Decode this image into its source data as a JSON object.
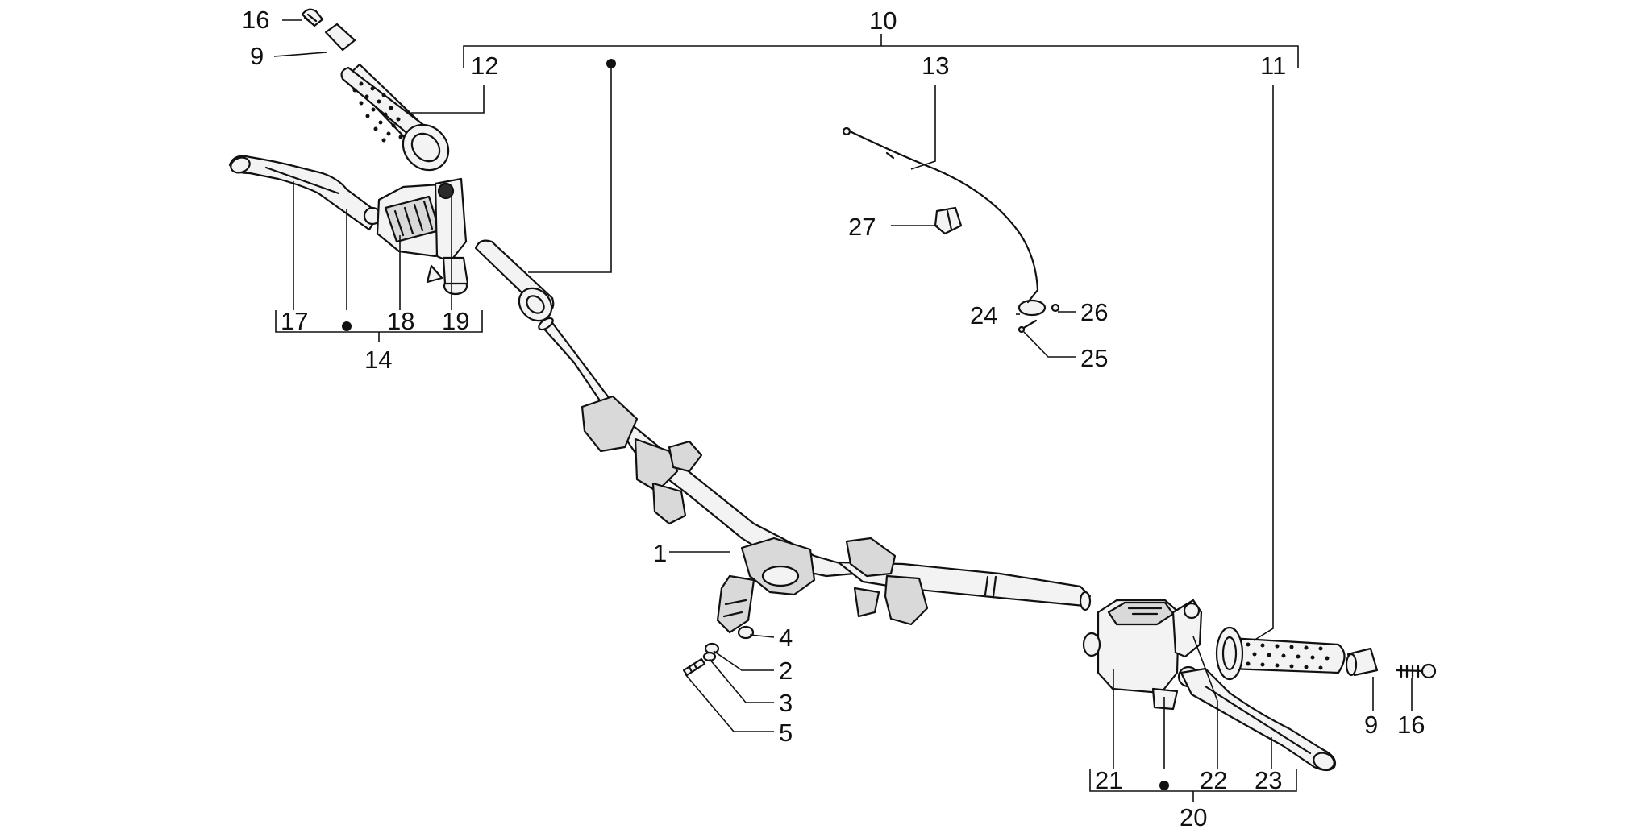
{
  "callouts": {
    "c1": "1",
    "c2": "2",
    "c3": "3",
    "c4": "4",
    "c5": "5",
    "c9a": "9",
    "c9b": "9",
    "c10": "10",
    "c11": "11",
    "c12": "12",
    "c13": "13",
    "c14": "14",
    "c16a": "16",
    "c16b": "16",
    "c17": "17",
    "c18": "18",
    "c19": "19",
    "c20": "20",
    "c21": "21",
    "c22": "22",
    "c23": "23",
    "c24": "24",
    "c25": "25",
    "c26": "26",
    "c27": "27"
  },
  "colors": {
    "line": "#111111",
    "background": "#ffffff",
    "part_fill": "#f3f3f3"
  }
}
